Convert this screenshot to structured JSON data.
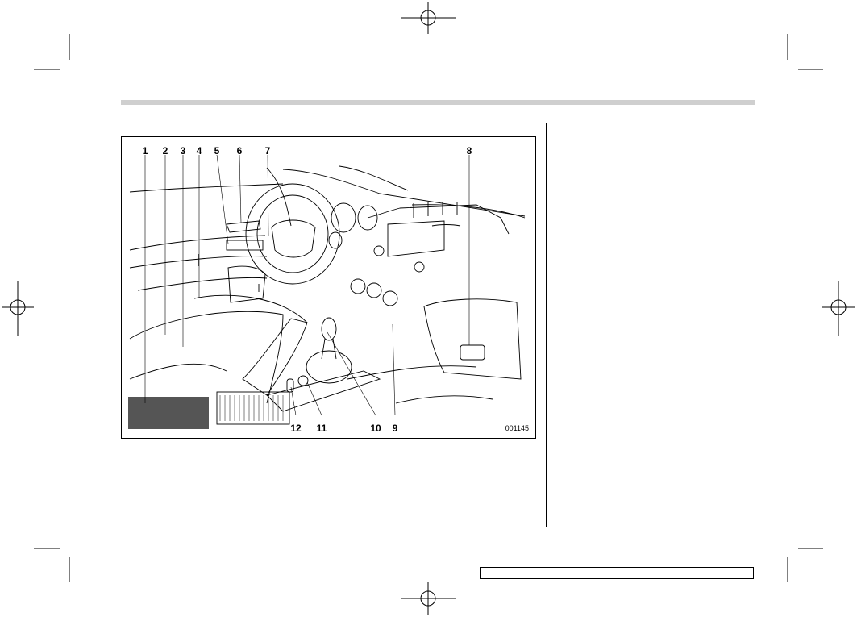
{
  "figure": {
    "callouts": [
      "1",
      "2",
      "3",
      "4",
      "5",
      "6",
      "7",
      "8",
      "9",
      "10",
      "11",
      "12"
    ],
    "figure_id": "001145"
  },
  "footer": {
    "page_text": ""
  }
}
